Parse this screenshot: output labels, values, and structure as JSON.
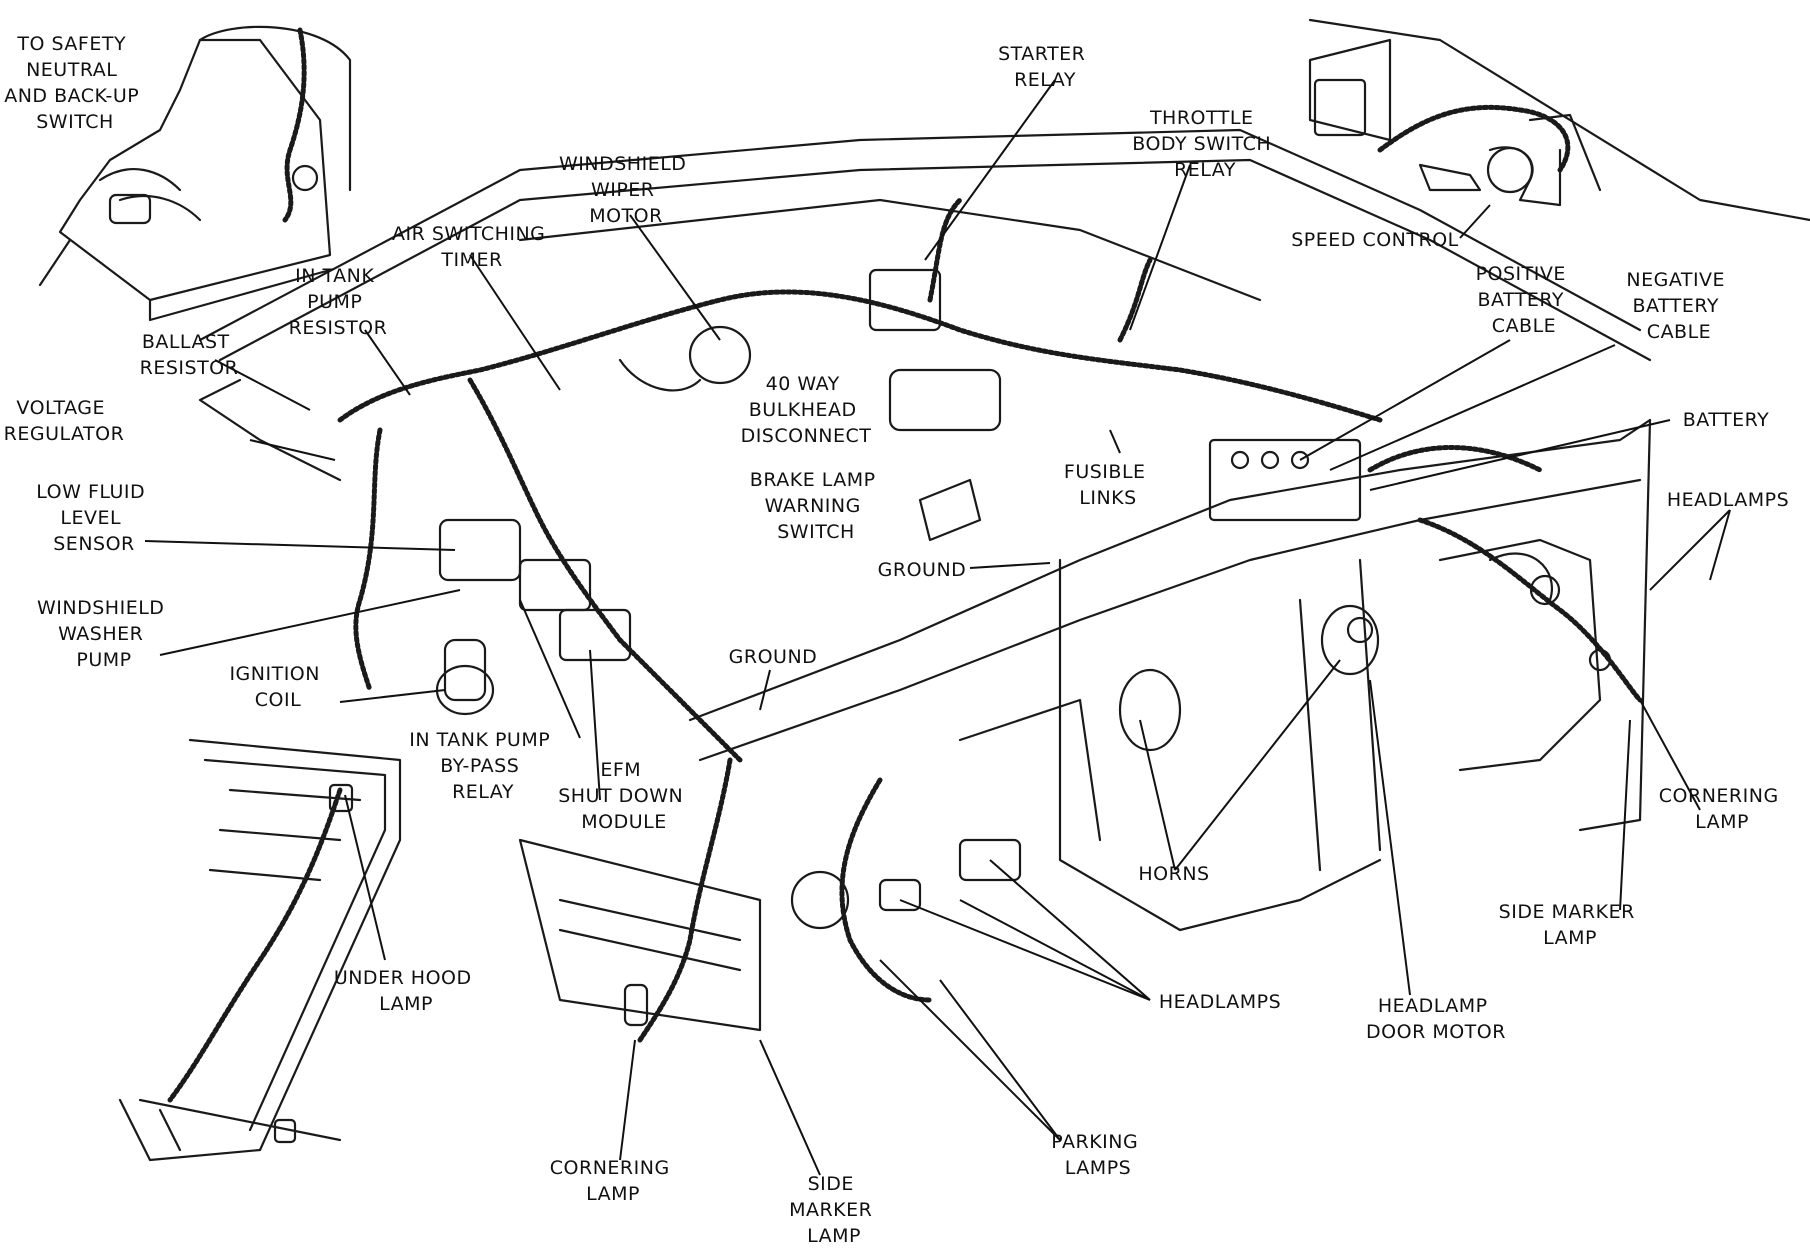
{
  "labels": {
    "safety_switch": [
      "TO SAFETY",
      "NEUTRAL",
      "AND BACK-UP",
      "SWITCH"
    ],
    "starter_relay": [
      "STARTER",
      "RELAY"
    ],
    "throttle_relay": [
      "THROTTLE",
      "BODY SWITCH",
      "RELAY"
    ],
    "wiper_motor": [
      "WINDSHIELD",
      "WIPER",
      "MOTOR"
    ],
    "air_timer": [
      "AIR SWITCHING",
      "TIMER"
    ],
    "pump_resistor": [
      "IN TANK",
      "PUMP",
      "RESISTOR"
    ],
    "speed_control": [
      "SPEED CONTROL"
    ],
    "pos_cable": [
      "POSITIVE",
      "BATTERY",
      "CABLE"
    ],
    "neg_cable": [
      "NEGATIVE",
      "BATTERY",
      "CABLE"
    ],
    "ballast": [
      "BALLAST",
      "RESISTOR"
    ],
    "bulkhead": [
      "40 WAY",
      "BULKHEAD",
      "DISCONNECT"
    ],
    "voltage_reg": [
      "VOLTAGE",
      "REGULATOR"
    ],
    "battery": [
      "BATTERY"
    ],
    "brake_switch": [
      "BRAKE LAMP",
      "WARNING",
      "SWITCH"
    ],
    "fusible": [
      "FUSIBLE",
      "LINKS"
    ],
    "fluid_sensor": [
      "LOW FLUID",
      "LEVEL",
      "SENSOR"
    ],
    "headlamps_r": [
      "HEADLAMPS"
    ],
    "ground_1": [
      "GROUND"
    ],
    "washer_pump": [
      "WINDSHIELD",
      "WASHER",
      "PUMP"
    ],
    "ground_2": [
      "GROUND"
    ],
    "ignition_coil": [
      "IGNITION",
      "COIL"
    ],
    "bypass_relay": [
      "IN TANK PUMP",
      "BY-PASS",
      "RELAY"
    ],
    "efm": [
      "EFM",
      "SHUT DOWN",
      "MODULE"
    ],
    "cornering_r": [
      "CORNERING",
      "LAMP"
    ],
    "horns": [
      "HORNS"
    ],
    "side_marker_r": [
      "SIDE MARKER",
      "LAMP"
    ],
    "under_hood": [
      "UNDER HOOD",
      "LAMP"
    ],
    "headlamps_c": [
      "HEADLAMPS"
    ],
    "door_motor": [
      "HEADLAMP",
      "DOOR MOTOR"
    ],
    "parking": [
      "PARKING",
      "LAMPS"
    ],
    "cornering_l": [
      "CORNERING",
      "LAMP"
    ],
    "side_marker_l": [
      "SIDE",
      "MARKER",
      "LAMP"
    ]
  }
}
